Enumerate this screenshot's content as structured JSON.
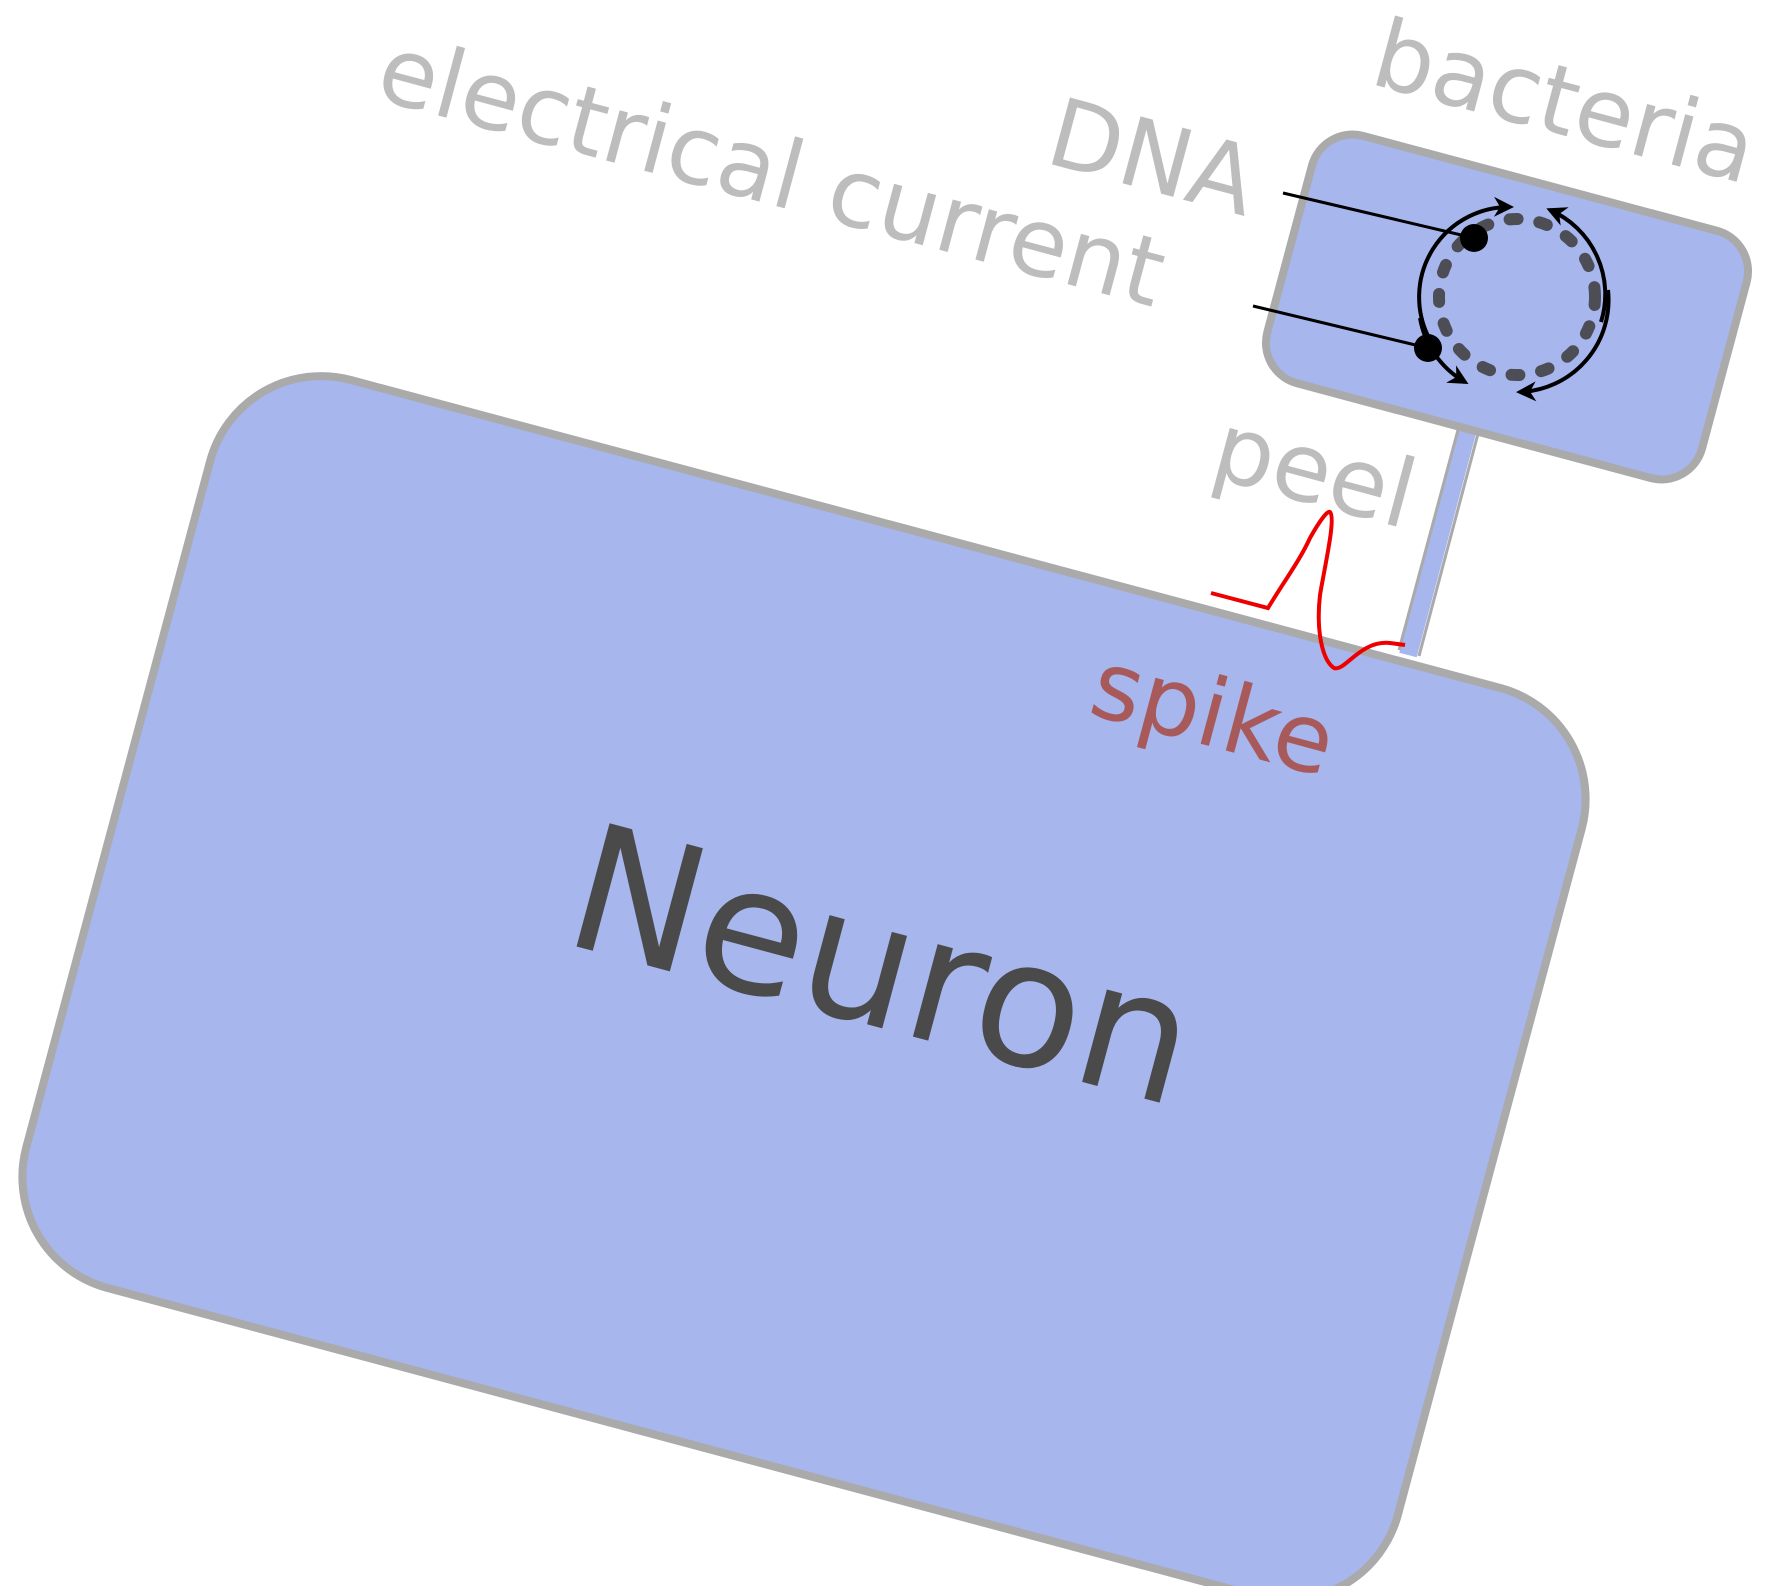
{
  "labels": {
    "neuron": "Neuron",
    "bacteria": "bacteria",
    "dna": "DNA",
    "electrical_current": "electrical current",
    "peel": "peel",
    "spike": "spike"
  },
  "colors": {
    "cell_fill": "#a7b6ed",
    "cell_stroke": "#aaaaaa",
    "label_gray": "#bdbdbd",
    "neuron_text": "#4a4a4a",
    "spike_text": "#a85a5a",
    "spike_line": "#ee0000",
    "dna_dash": "#4d4d55",
    "arrow": "#000000"
  }
}
